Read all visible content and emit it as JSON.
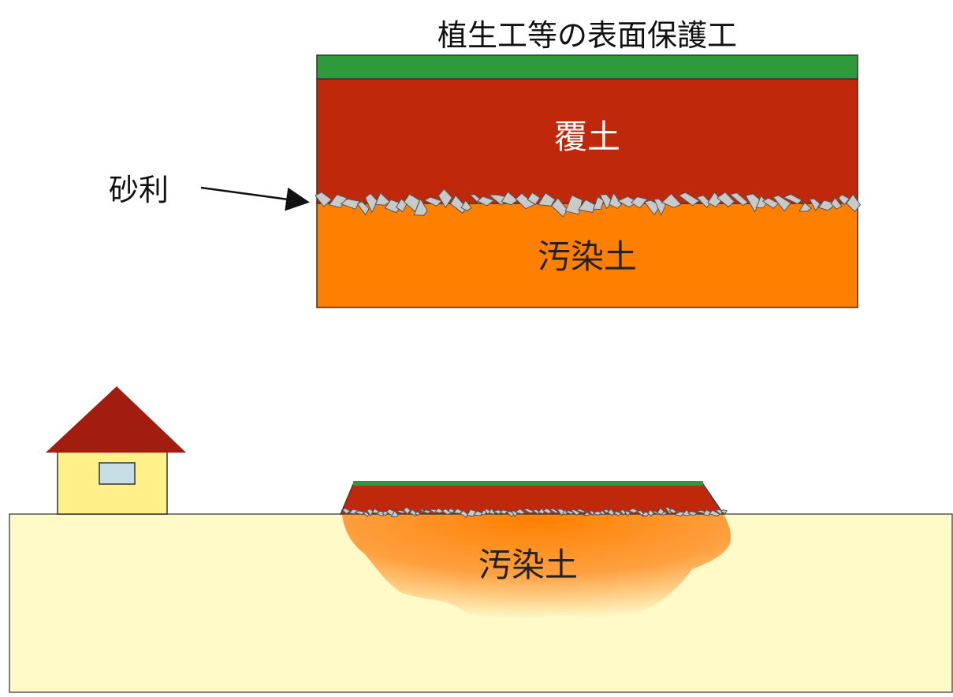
{
  "diagram": {
    "title": "植生工等の表面保護工",
    "labels": {
      "cover_soil": "覆土",
      "gravel": "砂利",
      "contaminated_soil_top": "汚染土",
      "contaminated_soil_bottom": "汚染土"
    },
    "colors": {
      "vegetation": "#2e9a3c",
      "cover_soil": "#c0280c",
      "contaminated_soil": "#ff8000",
      "gravel": "#c9c9c9",
      "ground": "#fffac8",
      "house_wall": "#fff08a",
      "house_roof": "#a31c10",
      "house_window": "#c7dde6"
    }
  }
}
